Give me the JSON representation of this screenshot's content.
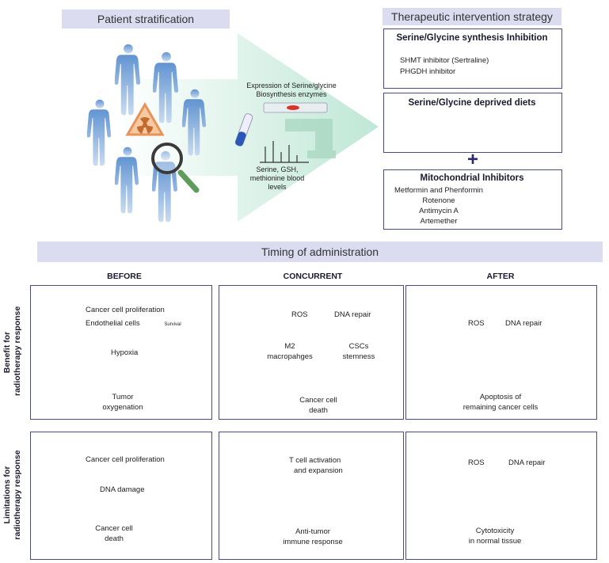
{
  "top": {
    "patient_header": "Patient stratification",
    "therapy_header": "Therapeutic intervention strategy",
    "expression_label": "Expression of Serine/glycine Biosynthesis enzymes",
    "serine_label": "Serine, GSH, methionine blood levels"
  },
  "therapy": {
    "box1_title": "Serine/Glycine synthesis Inhibition",
    "box1_line1": "SHMT inhibitor (Sertraline)",
    "box1_line2": "PHGDH inhibitor",
    "box2_title": "Serine/Glycine deprived diets",
    "plus": "+",
    "box3_title": "Mitochondrial Inhibitors",
    "box3_items": [
      "Metformin and Phenformin",
      "Rotenone",
      "Antimycin A",
      "Artemether"
    ]
  },
  "timing": {
    "header": "Timing of administration",
    "columns": [
      "BEFORE",
      "CONCURRENT",
      "AFTER"
    ],
    "row_benefit": [
      "Benefit for",
      "radiotherapy response"
    ],
    "row_limit": [
      "Limitations for",
      "radiotherapy response"
    ]
  },
  "cells": {
    "before_benefit": {
      "l1": "Cancer cell proliferation",
      "l2": "Endothelial cells",
      "survival": "Survival",
      "l3": "Hypoxia",
      "out1": "Tumor",
      "out2": "oxygenation"
    },
    "concurrent_benefit": {
      "ros": "ROS",
      "dna": "DNA repair",
      "m2a": "M2",
      "m2b": "macropahges",
      "csc1": "CSCs",
      "csc2": "stemness",
      "out1": "Cancer cell",
      "out2": "death"
    },
    "after_benefit": {
      "ros": "ROS",
      "dna": "DNA repair",
      "out1": "Apoptosis of",
      "out2": "remaining cancer cells"
    },
    "before_limit": {
      "l1": "Cancer cell proliferation",
      "l2": "DNA damage",
      "out1": "Cancer cell",
      "out2": "death"
    },
    "concurrent_limit": {
      "l1": "T cell activation",
      "l2": "and expansion",
      "out1": "Anti-tumor",
      "out2": "immune response"
    },
    "after_limit": {
      "ros": "ROS",
      "dna": "DNA repair",
      "out1": "Cytotoxicity",
      "out2": "in normal tissue"
    }
  },
  "colors": {
    "down_arrow": "#2b2a6b",
    "up_good": "#1f9a4a",
    "down_bad": "#f26a1b",
    "header_bg": "#dcdcf0",
    "box_border": "#4a4a82"
  }
}
